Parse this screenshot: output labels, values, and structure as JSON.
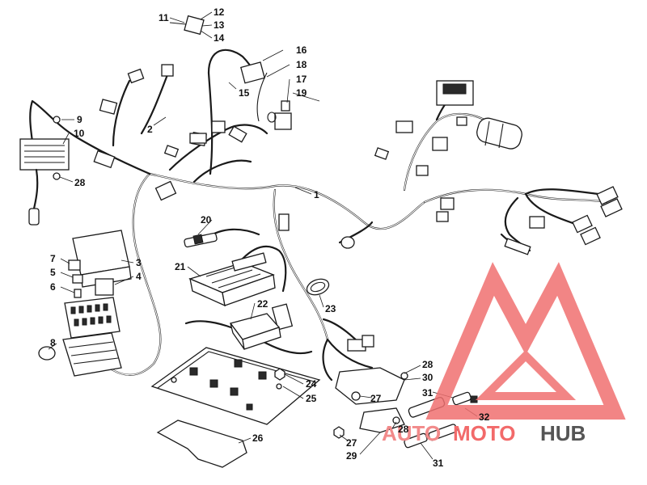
{
  "callouts": {
    "c1": "1",
    "c2": "2",
    "c3": "3",
    "c4": "4",
    "c5": "5",
    "c6": "6",
    "c7": "7",
    "c8": "8",
    "c9": "9",
    "c10": "10",
    "c11": "11",
    "c12": "12",
    "c13": "13",
    "c14": "14",
    "c15": "15",
    "c16": "16",
    "c17": "17",
    "c18": "18",
    "c19": "19",
    "c20": "20",
    "c21": "21",
    "c22": "22",
    "c23": "23",
    "c24": "24",
    "c25": "25",
    "c26": "26",
    "c27a": "27",
    "c27b": "27",
    "c28a": "28",
    "c28b": "28",
    "c28c": "28",
    "c29": "29",
    "c30": "30",
    "c31a": "31",
    "c31b": "31",
    "c32": "32"
  },
  "watermark": {
    "auto": "AUTO",
    "moto": "MOTO",
    "hub": "HUB",
    "colors": {
      "auto": "#f28a8a",
      "moto": "#f26a6a",
      "hub": "#555555",
      "logo": "#f07070"
    }
  }
}
